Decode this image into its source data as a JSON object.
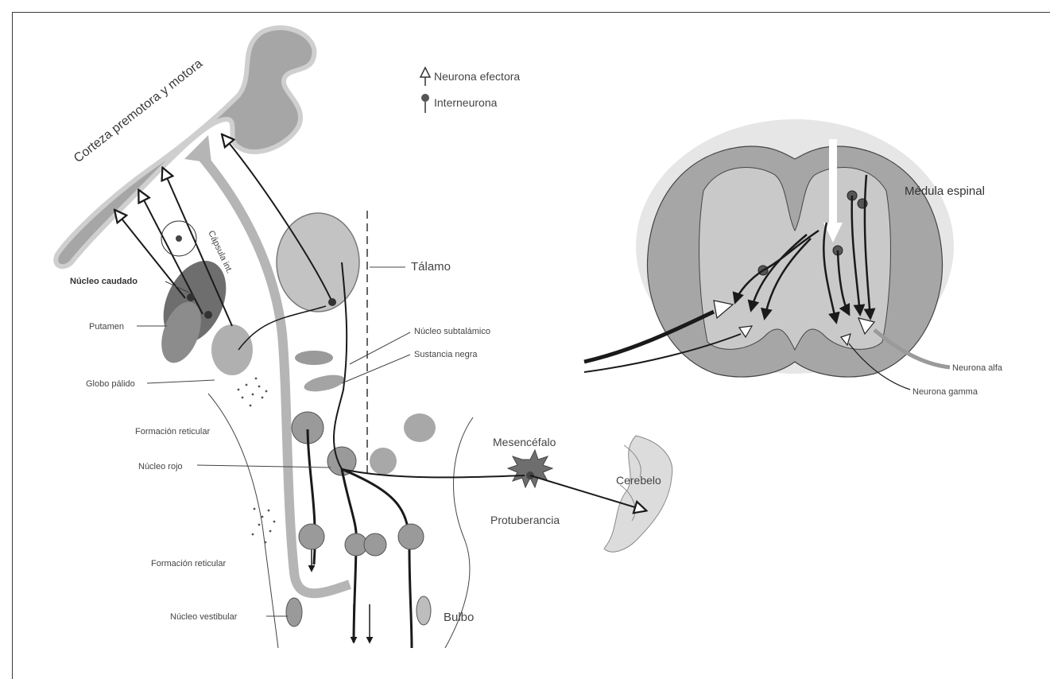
{
  "legend": {
    "effector": "Neurona efectora",
    "interneuron": "Interneurona"
  },
  "labels": {
    "cortex": "Corteza premotora y motora",
    "capsule": "Cápsula int.",
    "caudate": "Núcleo caudado",
    "putamen": "Putamen",
    "globus": "Globo pálido",
    "reticular_top": "Formación reticular",
    "red_nucleus": "Núcleo rojo",
    "reticular_bottom": "Formación reticular",
    "vestibular": "Núcleo vestibular",
    "thalamus": "Tálamo",
    "subthalamic": "Núcleo subtalámico",
    "substantia": "Sustancia negra",
    "midbrain": "Mesencéfalo",
    "cerebellum": "Cerebelo",
    "pons": "Protuberancia",
    "medulla": "Bulbo",
    "spinal_cord": "Médula espinal",
    "alpha": "Neurona alfa",
    "gamma": "Neurona gamma"
  },
  "colors": {
    "tissue": "#a6a6a6",
    "tissue_light": "#c9c9c9",
    "tissue_dark": "#6e6e6e",
    "line": "#1a1a1a",
    "text": "#444444"
  }
}
